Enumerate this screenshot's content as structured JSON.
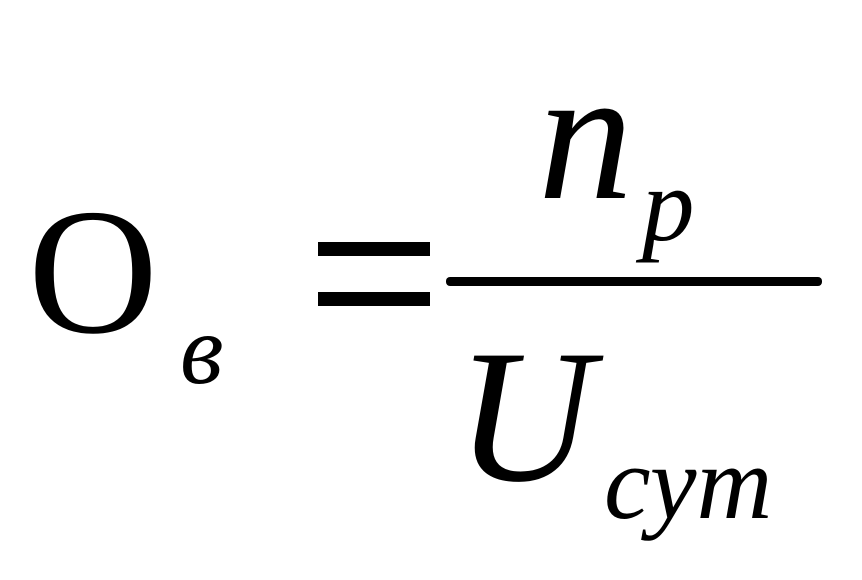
{
  "formula": {
    "lhs": {
      "symbol": "О",
      "subscript": "в"
    },
    "operator": "=",
    "numerator": {
      "symbol": "n",
      "subscript": "p"
    },
    "denominator": {
      "symbol": "U",
      "subscript": "сут"
    }
  }
}
